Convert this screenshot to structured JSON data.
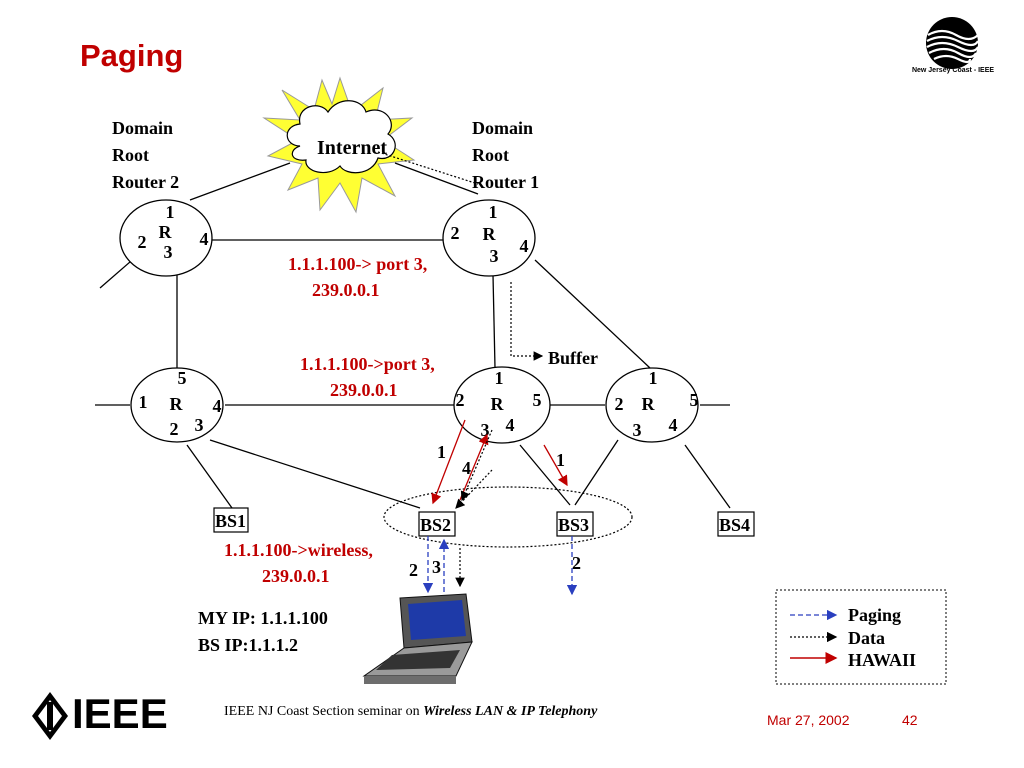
{
  "slide": {
    "title": "Paging",
    "logo_text": "New Jersey Coast - IEEE",
    "ieee_logo": "IEEE",
    "footer_prefix": "IEEE NJ Coast Section seminar on ",
    "footer_topic": "Wireless LAN & IP Telephony",
    "date": "Mar 27, 2002",
    "page": "42"
  },
  "diagram": {
    "internet": "Internet",
    "domain_root_2": [
      "Domain",
      "Root",
      "Router 2"
    ],
    "domain_root_1": [
      "Domain",
      "Root",
      "Router 1"
    ],
    "router_label": "R",
    "top_left_ports": [
      "1",
      "2",
      "3",
      "4"
    ],
    "top_right_ports": [
      "1",
      "2",
      "3",
      "4"
    ],
    "mid_left_ports": [
      "5",
      "1",
      "4",
      "2",
      "3"
    ],
    "mid_center_ports": [
      "1",
      "2",
      "5",
      "3",
      "4"
    ],
    "mid_right_ports": [
      "1",
      "2",
      "5",
      "3",
      "4"
    ],
    "route_top": [
      "1.1.1.100-> port 3,",
      "239.0.0.1"
    ],
    "route_mid": [
      "1.1.1.100->port 3,",
      "239.0.0.1"
    ],
    "route_bs": [
      "1.1.1.100->wireless,",
      "239.0.0.1"
    ],
    "buffer": "Buffer",
    "base_stations": [
      "BS1",
      "BS2",
      "BS3",
      "BS4"
    ],
    "step_labels": {
      "red1_left": "1",
      "red4": "4",
      "red1_right": "1",
      "bs2_2": "2",
      "bs2_3": "3",
      "bs3_2": "2"
    },
    "laptop": [
      "MY IP: 1.1.1.100",
      "BS IP:1.1.1.2"
    ],
    "legend": [
      "Paging",
      "Data",
      "HAWAII"
    ],
    "colors": {
      "paging": "#2a3fbf",
      "data": "#000000",
      "hawaii": "#c00000",
      "burst": "#ffff33"
    }
  }
}
